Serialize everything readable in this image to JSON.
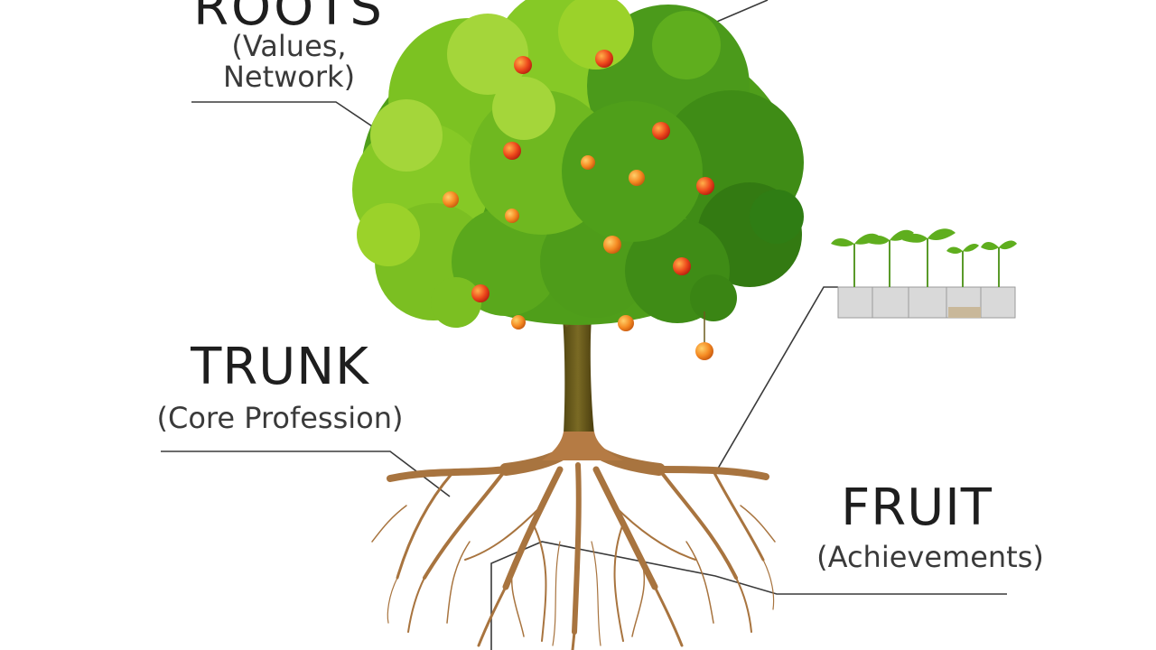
{
  "labels": {
    "roots": {
      "title": "ROOTS",
      "subtitle_line1": "(Values,",
      "subtitle_line2": "Network)"
    },
    "trunk": {
      "title": "TRUNK",
      "subtitle": "(Core Profession)"
    },
    "fruit": {
      "title": "FRUIT",
      "subtitle": "(Achievements)"
    }
  },
  "colors": {
    "text": "#1e1e1e",
    "leaf_light": "#9bd22a",
    "leaf_mid": "#5fae1e",
    "leaf_dark": "#2f7d14",
    "fruit_red": "#e8301a",
    "fruit_orange": "#f08a1c",
    "trunk": "#6b5a1c",
    "root": "#a8743f"
  },
  "icons": [
    "tree-illustration",
    "roots-illustration",
    "seedlings-illustration"
  ]
}
